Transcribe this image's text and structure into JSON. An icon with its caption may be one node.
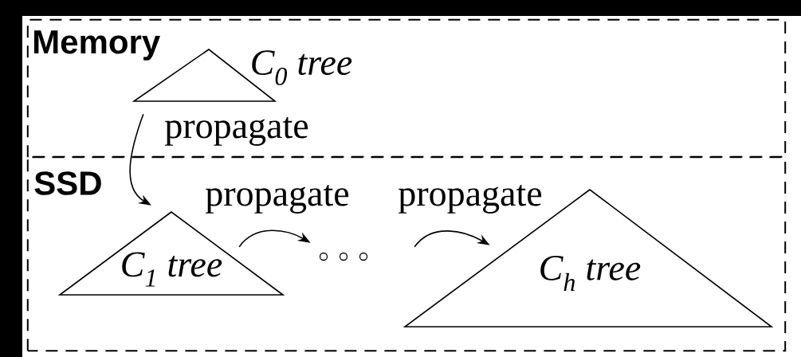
{
  "diagram": {
    "nodes": [
      {
        "text": [
          "Memory"
        ]
      },
      {
        "text": [],
        "shape": "triangle",
        "beside": [
          "C$_{0}$ tree"
        ],
        "in": 0
      },
      {
        "text": [
          "SSD"
        ]
      },
      {
        "text": [
          "C$_{1}$ tree"
        ],
        "in": 2
      },
      {
        "text": [],
        "shape": "dots",
        "in": 2
      },
      {
        "text": [
          "C$_{h}$ tree"
        ],
        "in": 2
      }
    ],
    "edges": [
      {
        "from": 1,
        "to": 3,
        "arrow": "to",
        "label": "propagate"
      },
      {
        "from": 3,
        "to": 4,
        "arrow": "to",
        "label": "propagate"
      },
      {
        "from": 4,
        "to": 5,
        "arrow": "to",
        "label": "propagate"
      }
    ]
  }
}
